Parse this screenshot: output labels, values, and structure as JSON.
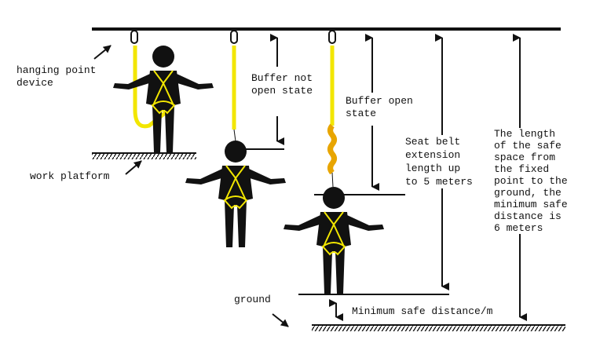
{
  "labels": {
    "hanging_point": "hanging point\ndevice",
    "work_platform": "work platform",
    "buffer_not_open": "Buffer not\nopen state",
    "buffer_open": "Buffer open\nstate",
    "seat_belt": "Seat belt\nextension\nlength up\nto 5 meters",
    "safe_space": "The length\nof the safe\nspace from\nthe fixed\npoint to the\nground, the\nminimum safe\ndistance is\n6 meters",
    "ground": "ground",
    "min_safe": "Minimum safe distance/m"
  },
  "colors": {
    "lanyard": "#f2e600",
    "ink": "#111111"
  }
}
